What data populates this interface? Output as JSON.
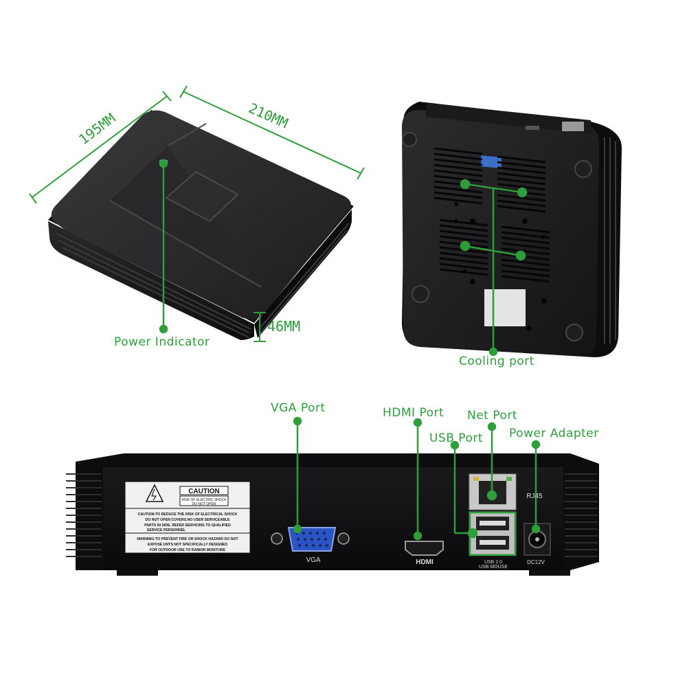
{
  "accent_color": "#2e9e3a",
  "dimensions": {
    "depth": "195MM",
    "width": "210MM",
    "height": "46MM"
  },
  "callouts": {
    "power_indicator": "Power Indicator",
    "cooling_port": "Cooling port",
    "vga_port": "VGA Port",
    "hdmi_port": "HDMI Port",
    "net_port": "Net Port",
    "usb_port": "USB Port",
    "power_adapter": "Power Adapter"
  },
  "rear_panel": {
    "caution_title": "CAUTION",
    "caution_risk": "RISK OF ELECTRIC SHOCK",
    "caution_do_not_open": "DO NOT OPEN",
    "caution_body_1": "CAUTION:TO REDUCE THE RISK OF ELECTRICAL SHOCK",
    "caution_body_2": "DO NOT OPEN COVERS.NO USER SERVICEABLE",
    "caution_body_3": "PARTS IN SIDE. REFER SERVICING TO QUALIFIED",
    "caution_body_4": "SERVICE PERSONNEL",
    "warning_1": "WARNING:TO PREVENT FIRE OR SHOCK HAZARD DO NOT",
    "warning_2": "EXPOSE UNTS NOT SPECIFICALLY DESIGNED",
    "warning_3": "FOR OUTDOOR USE TO RAINOR MOISTURE",
    "vga_label": "VGA",
    "hdmi_label": "HDMI",
    "rj45_label": "RJ45",
    "usb_label_1": "USB 2.0",
    "usb_label_2": "USB MOUSE",
    "dc_label": "DC12V"
  }
}
